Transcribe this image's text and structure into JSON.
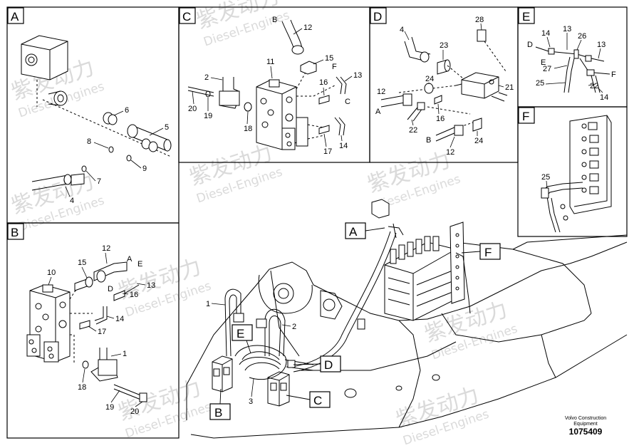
{
  "panels": {
    "A": {
      "letter": "A",
      "parts": [
        "6",
        "5",
        "8",
        "7",
        "9",
        "4"
      ]
    },
    "B": {
      "letter": "B",
      "parts": [
        "12",
        "15",
        "10",
        "A",
        "E",
        "13",
        "16",
        "D",
        "14",
        "17",
        "1",
        "18",
        "19",
        "20"
      ]
    },
    "C": {
      "letter": "C",
      "parts": [
        "B",
        "12",
        "11",
        "2",
        "15",
        "F",
        "13",
        "16",
        "20",
        "19",
        "18",
        "C",
        "17",
        "14"
      ]
    },
    "D": {
      "letter": "D",
      "parts": [
        "28",
        "4",
        "23",
        "24",
        "21",
        "12",
        "A",
        "16",
        "22",
        "B",
        "12",
        "24"
      ]
    },
    "E": {
      "letter": "E",
      "parts": [
        "14",
        "13",
        "26",
        "13",
        "D",
        "E",
        "F",
        "27",
        "25",
        "22",
        "14"
      ]
    },
    "F": {
      "letter": "F",
      "parts": [
        "25"
      ]
    }
  },
  "main": {
    "callouts": [
      "A",
      "F",
      "E",
      "D",
      "B",
      "C"
    ],
    "parts": [
      "1",
      "2",
      "3"
    ]
  },
  "footer": {
    "company_line1": "Volvo Construction",
    "company_line2": "Equipment",
    "doc_number": "1075409"
  },
  "watermark": {
    "cn": "紫发动力",
    "en": "Diesel-Engines"
  },
  "colors": {
    "line": "#000000",
    "watermark": "#d6d6d6"
  }
}
